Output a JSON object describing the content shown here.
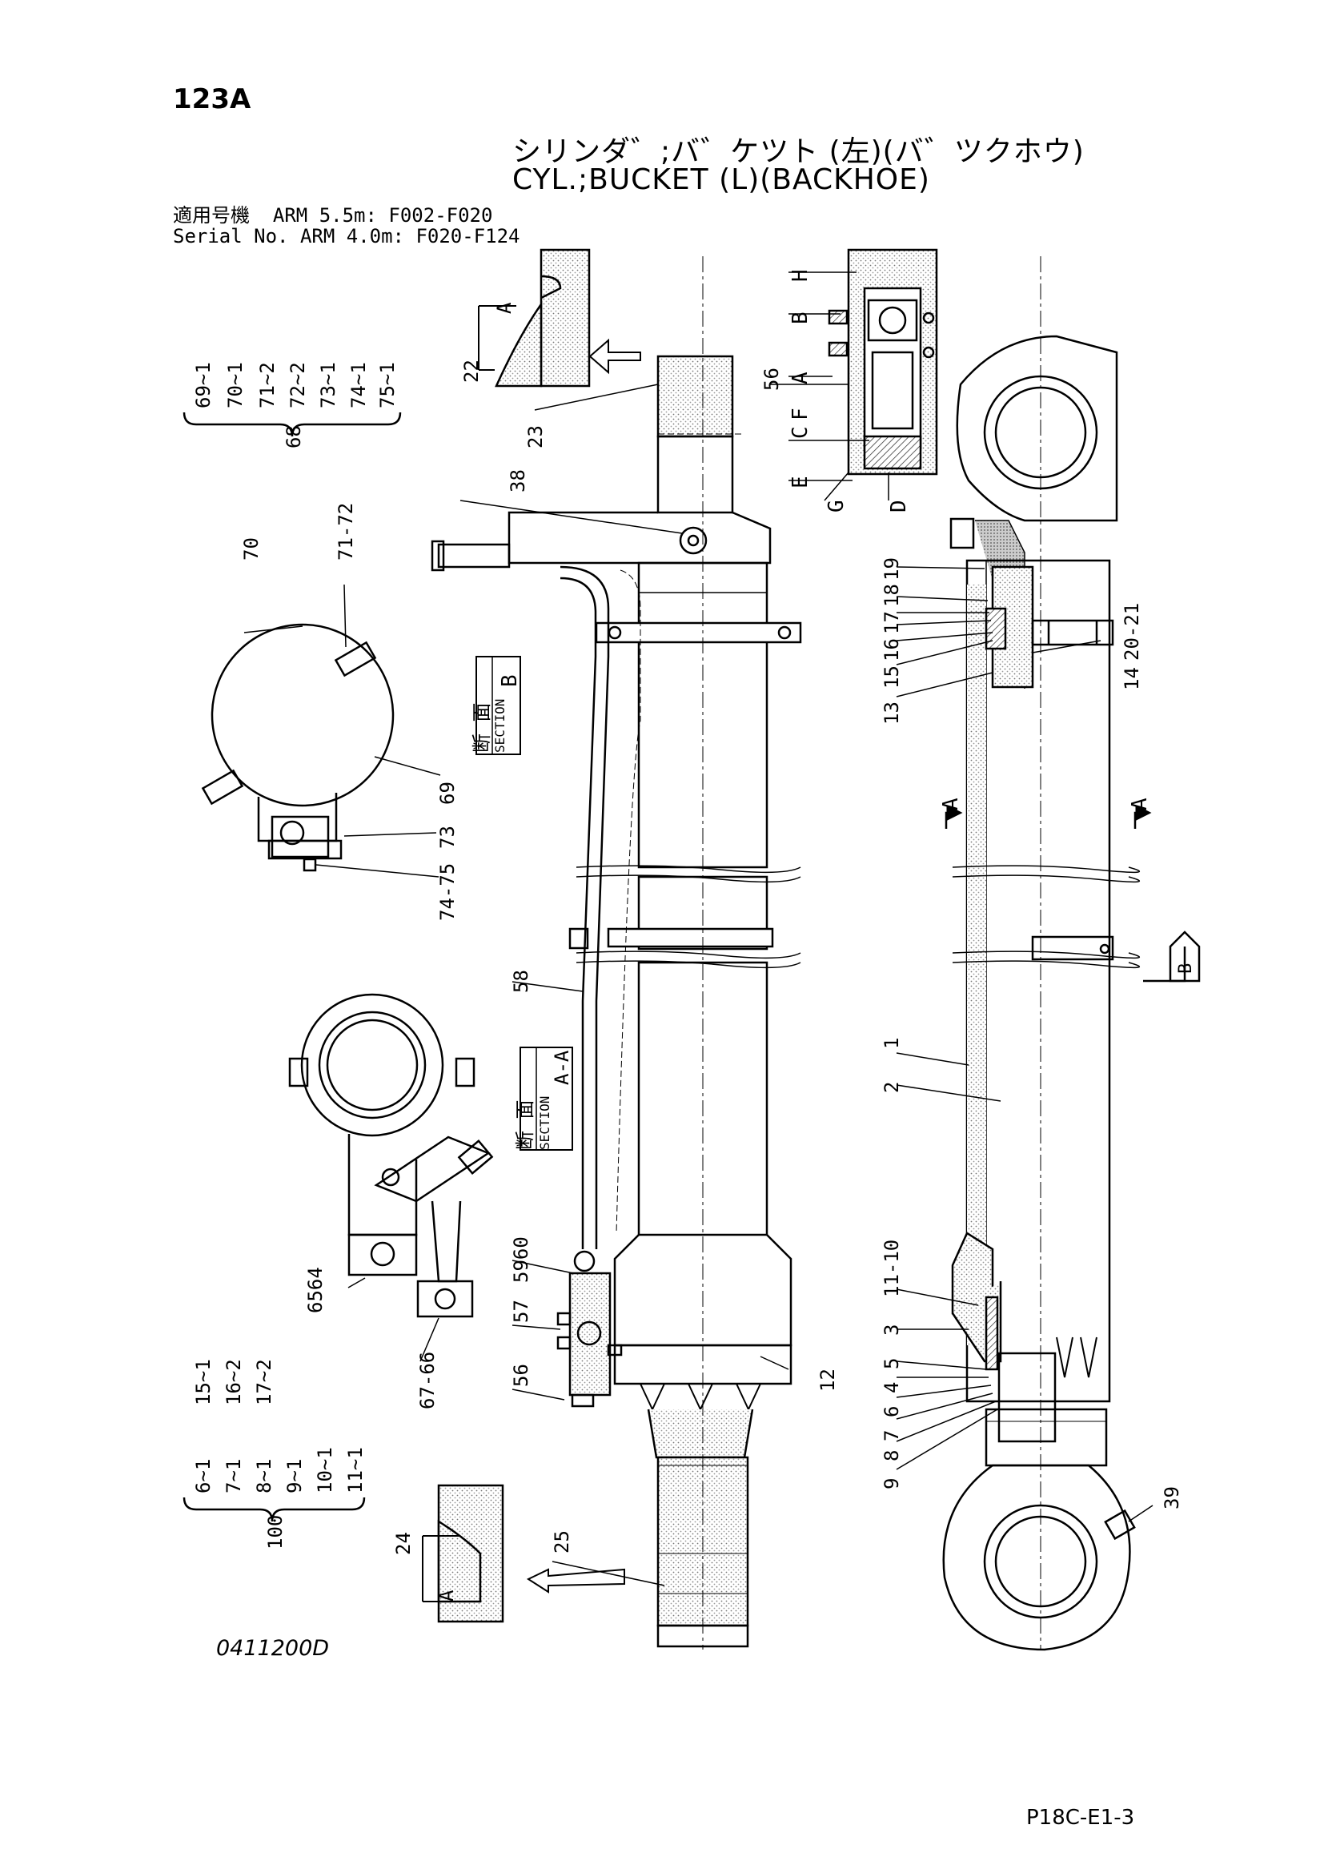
{
  "page_number": "123A",
  "title_jp": "シリンダ゛;バ゛ケツト (左)(バ゛ツクホウ)",
  "title_en": "CYL.;BUCKET (L)(BACKHOE)",
  "serial_label_jp": "適用号機",
  "serial_label_en": "Serial No.",
  "serial_line_1": "ARM 5.5m: F002-F020",
  "serial_line_2": "ARM 4.0m: F020-F124",
  "doc_code": "0411200D",
  "page_ref": "P18C-E1-3",
  "section_b": {
    "kanji": "断 面",
    "label": "SECTION",
    "letter": "B"
  },
  "section_aa": {
    "kanji": "断 面",
    "label": "SECTION",
    "letter": "A-A"
  },
  "kit_68": {
    "number": "68",
    "items": [
      "69~1",
      "70~1",
      "71~2",
      "72~2",
      "73~1",
      "74~1",
      "75~1"
    ]
  },
  "kit_100": {
    "number": "100",
    "items": [
      "6~1",
      "7~1",
      "8~1",
      "9~1",
      "10~1",
      "11~1",
      "15~1",
      "16~2",
      "17~2"
    ]
  },
  "detail_letters": [
    "H",
    "B",
    "A",
    "C",
    "F",
    "E",
    "G",
    "D"
  ],
  "callouts": {
    "c22": "22",
    "c23": "23",
    "c24": "24",
    "c25": "25",
    "c38": "38",
    "c56a": "56",
    "c70": "70",
    "c7172": "71-72",
    "c69": "69",
    "c73": "73",
    "c7475": "74-75",
    "c58": "58",
    "c5960": "5960",
    "c57": "57",
    "c56b": "56",
    "c12": "12",
    "c6564": "6564",
    "c6766": "67-66",
    "c19": "19",
    "c18": "18",
    "c17": "17",
    "c16": "16",
    "c15": "15",
    "c13": "13",
    "c14": "14",
    "c2021": "20-21",
    "c1": "1",
    "c2": "2",
    "c1110": "11-10",
    "c3": "3",
    "c5": "5",
    "c4": "4",
    "c6": "6",
    "c7": "7",
    "c8": "8",
    "c9": "9",
    "c39": "39",
    "sec_a_left": "A",
    "sec_a_right": "A",
    "sec_b_arrow": "B",
    "det_a_top": "A",
    "det_a_bottom": "A"
  }
}
